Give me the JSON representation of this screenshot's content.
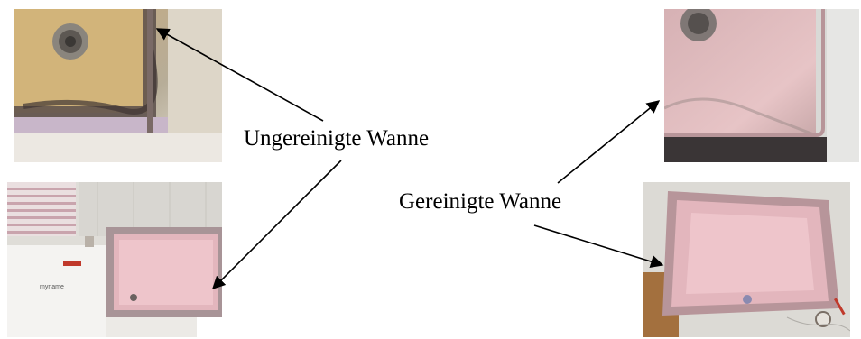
{
  "captions": {
    "uncleaned": "Ungereinigte Wanne",
    "cleaned": "Gereinigte Wanne"
  },
  "photo_labels": {
    "bottom_left_floor_tag": "myname"
  },
  "colors": {
    "arrow": "#000000",
    "tub_pink": "#e3b6bd",
    "tub_yellow": "#d2b47a",
    "grime": "#5b4d4a"
  }
}
